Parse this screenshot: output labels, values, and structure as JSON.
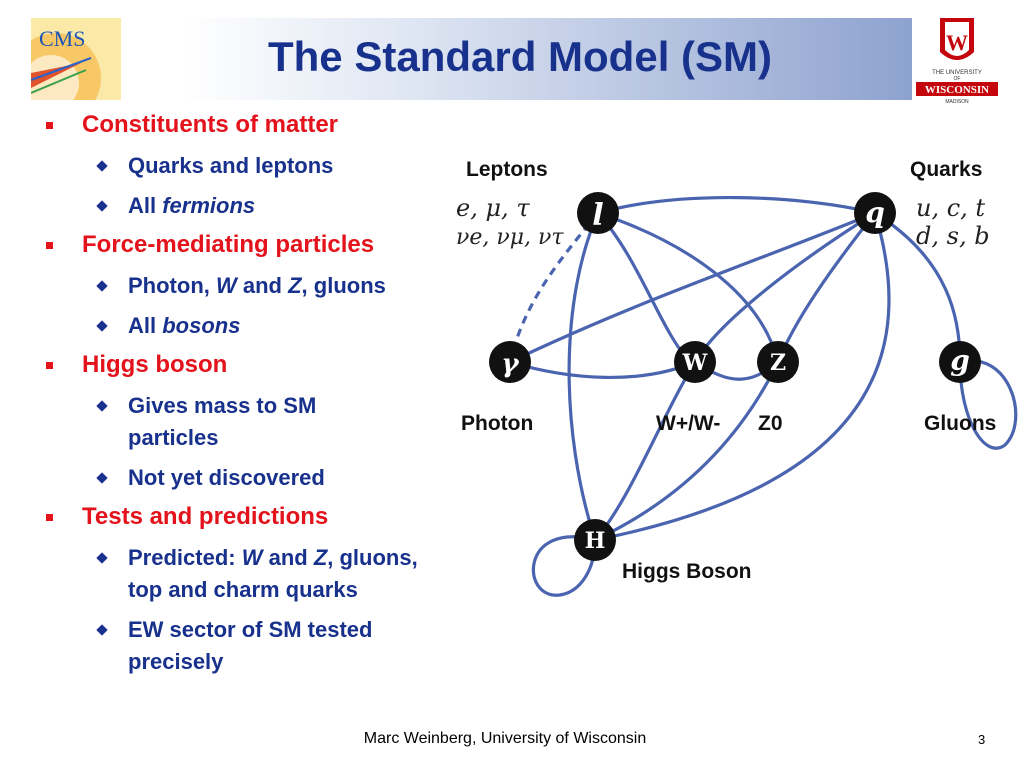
{
  "title": "The Standard Model (SM)",
  "logos": {
    "cms": "CMS",
    "uw_line1": "THE UNIVERSITY",
    "uw_line2": "OF",
    "uw_line3": "WISCONSIN",
    "uw_line4": "MADISON"
  },
  "bullets": [
    {
      "text": "Constituents of matter",
      "sub": [
        {
          "parts": [
            {
              "t": "Quarks and leptons",
              "i": false
            }
          ]
        },
        {
          "parts": [
            {
              "t": "All ",
              "i": false
            },
            {
              "t": "fermions",
              "i": true
            }
          ]
        }
      ]
    },
    {
      "text": "Force-mediating particles",
      "sub": [
        {
          "parts": [
            {
              "t": "Photon, ",
              "i": false
            },
            {
              "t": "W",
              "i": true
            },
            {
              "t": " and ",
              "i": false
            },
            {
              "t": "Z",
              "i": true
            },
            {
              "t": ", gluons",
              "i": false
            }
          ]
        },
        {
          "parts": [
            {
              "t": "All ",
              "i": false
            },
            {
              "t": "bosons",
              "i": true
            }
          ]
        }
      ]
    },
    {
      "text": "Higgs boson",
      "sub": [
        {
          "parts": [
            {
              "t": "Gives mass to SM particles",
              "i": false
            }
          ]
        },
        {
          "parts": [
            {
              "t": "Not yet discovered",
              "i": false
            }
          ]
        }
      ]
    },
    {
      "text": "Tests and predictions",
      "sub": [
        {
          "parts": [
            {
              "t": "Predicted: ",
              "i": false
            },
            {
              "t": "W",
              "i": true
            },
            {
              "t": " and ",
              "i": false
            },
            {
              "t": "Z",
              "i": true
            },
            {
              "t": ", gluons, top and charm quarks",
              "i": false
            }
          ]
        },
        {
          "parts": [
            {
              "t": "EW sector of SM tested precisely",
              "i": false
            }
          ]
        }
      ]
    }
  ],
  "diagram": {
    "leptons_label": "Leptons",
    "quarks_label": "Quarks",
    "lepton_row1": "e,  μ,  τ",
    "lepton_row2": "νe, νμ, ντ",
    "quark_row1": "u, c, t",
    "quark_row2": "d, s, b",
    "node_l": "l",
    "node_q": "q",
    "node_gamma": "γ",
    "node_w": "W",
    "node_z": "Z",
    "node_g": "g",
    "node_h": "H",
    "photon_label": "Photon",
    "w_label": "W+/W-",
    "z_label": "Z0",
    "gluons_label": "Gluons",
    "higgs_label": "Higgs Boson",
    "colors": {
      "line": "#4a64b0",
      "node": "#111111"
    }
  },
  "footer": {
    "author": "Marc Weinberg, University of Wisconsin",
    "page": "3"
  }
}
